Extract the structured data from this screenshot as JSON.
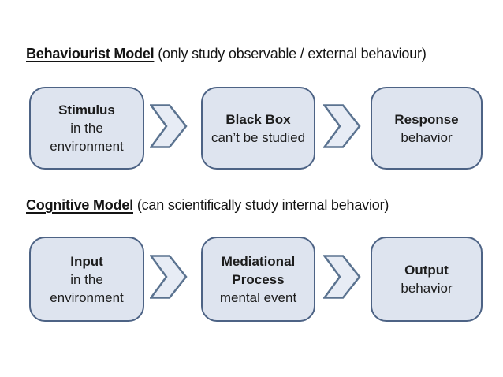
{
  "diagram": {
    "background_color": "#ffffff",
    "colors": {
      "box_fill": "#dee4ef",
      "box_border": "#4d6385",
      "chevron_fill": "#e7ecf5",
      "chevron_border": "#5b7390",
      "text": "#1c1c1c"
    },
    "arrow_icon": "chevron-right",
    "sections": [
      {
        "heading": {
          "title": "Behaviourist Model",
          "note": "(only study observable / external behaviour)"
        },
        "boxes": [
          {
            "lines": [
              "Stimulus",
              "in the",
              "environment"
            ]
          },
          {
            "lines": [
              "Black Box",
              "can’t be studied"
            ]
          },
          {
            "lines": [
              "Response",
              "behavior"
            ]
          }
        ]
      },
      {
        "heading": {
          "title": "Cognitive Model",
          "note": "(can scientifically study internal behavior)"
        },
        "boxes": [
          {
            "lines": [
              "Input",
              "in the",
              "environment"
            ]
          },
          {
            "lines": [
              "Mediational",
              "Process",
              "mental event"
            ]
          },
          {
            "lines": [
              "Output",
              "behavior"
            ]
          }
        ]
      }
    ]
  }
}
